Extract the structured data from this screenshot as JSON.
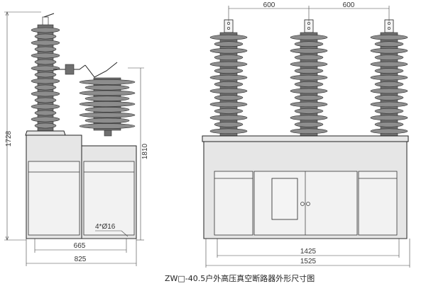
{
  "caption": "ZW□-40.5户外高压真空断路器外形尺寸图",
  "side_view": {
    "height_total": "1728",
    "height_right": "1810",
    "hole_note": "4*Ø16",
    "width_inner": "665",
    "width_outer": "825"
  },
  "front_view": {
    "spacing_left": "600",
    "spacing_right": "600",
    "width_inner": "1425",
    "width_outer": "1525"
  }
}
